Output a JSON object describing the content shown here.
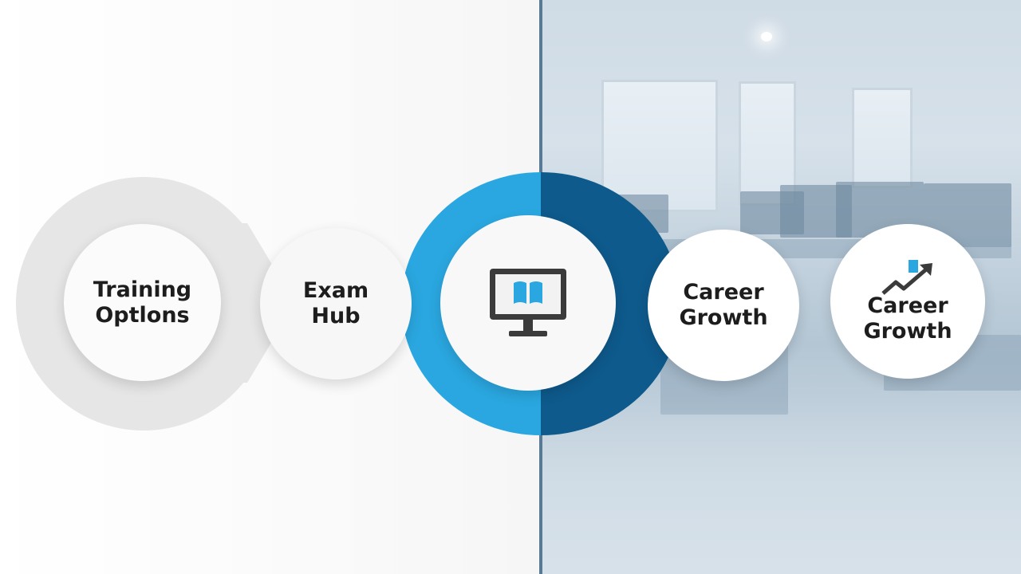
{
  "steps": [
    {
      "line1": "Training",
      "line2": "Optlons"
    },
    {
      "line1": "Exam",
      "line2": "Hub"
    },
    {
      "icon": "monitor-book-icon"
    },
    {
      "line1": "Career",
      "line2": "Growth"
    },
    {
      "line1": "Career",
      "line2": "Growth",
      "icon": "trend-arrow-icon"
    }
  ],
  "colors": {
    "accent_light": "#2aa7e0",
    "accent_dark": "#0e5a8c",
    "halo_gray": "#e6e6e6",
    "divider": "#587a95"
  }
}
